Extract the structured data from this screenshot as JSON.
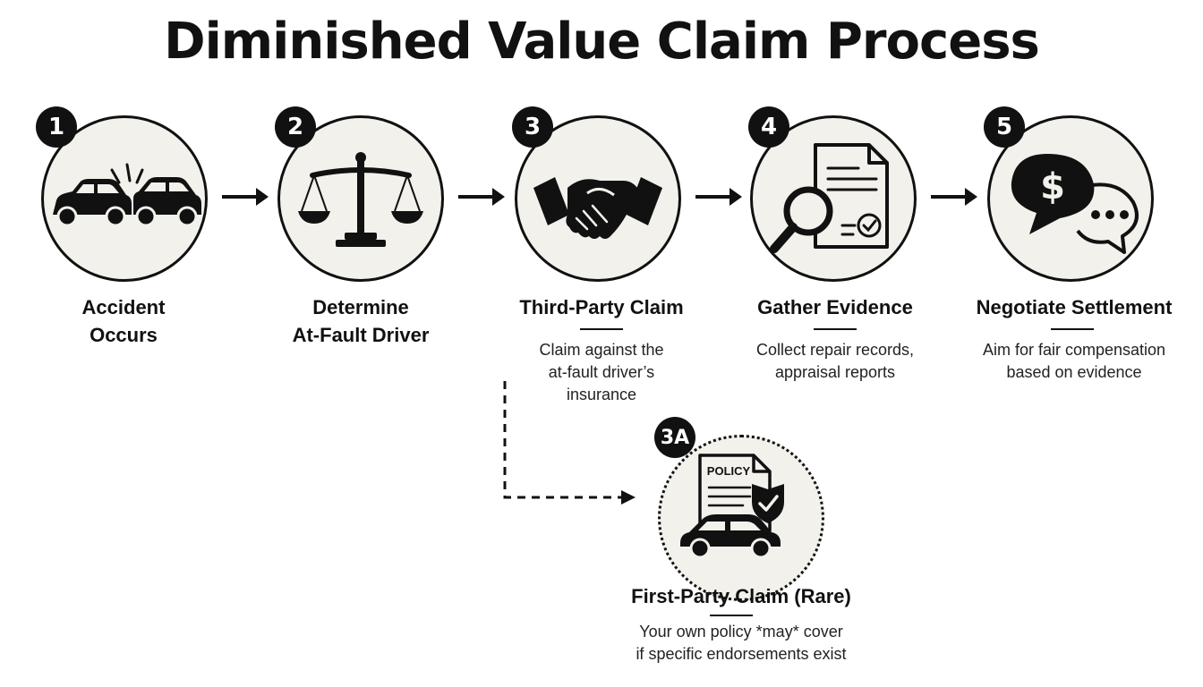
{
  "title": "Diminished Value Claim Process",
  "steps": [
    {
      "badge": "1",
      "title_line1": "Accident",
      "title_line2": "Occurs",
      "icon": "car-collision-icon"
    },
    {
      "badge": "2",
      "title_line1": "Determine",
      "title_line2": "At-Fault Driver",
      "icon": "scales-of-justice-icon"
    },
    {
      "badge": "3",
      "title_line1": "Third-Party Claim",
      "desc_line1": "Claim against the",
      "desc_line2": "at-fault driver’s",
      "desc_line3": "insurance",
      "icon": "handshake-icon"
    },
    {
      "badge": "4",
      "title_line1": "Gather Evidence",
      "desc_line1": "Collect repair records,",
      "desc_line2": "appraisal reports",
      "icon": "document-magnifier-icon"
    },
    {
      "badge": "5",
      "title_line1": "Negotiate Settlement",
      "desc_line1": "Aim for fair compensation",
      "desc_line2": "based on evidence",
      "icon": "speech-bubbles-dollar-icon"
    }
  ],
  "alt_step": {
    "badge": "3A",
    "title_line1": "First-Party Claim (Rare)",
    "desc_line1": "Your own policy *may* cover",
    "desc_line2": "if specific endorsements exist",
    "icon_label": "POLICY",
    "icon": "policy-car-shield-icon"
  }
}
